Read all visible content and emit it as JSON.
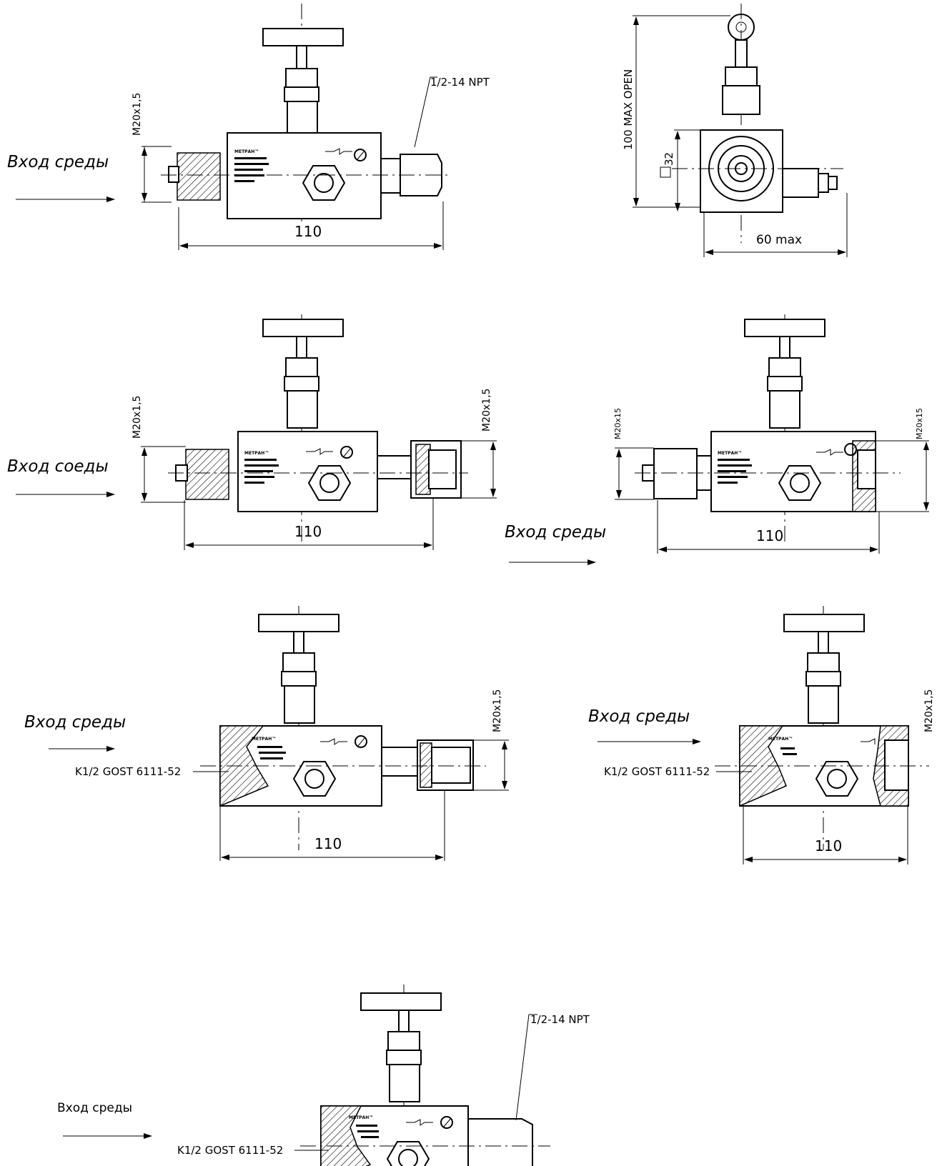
{
  "labels": {
    "inlet": "Вход среды",
    "inlet_variant": "Вход соеды",
    "dim_110": "110",
    "dim_60max": "60 max",
    "dim_100maxopen": "100 MAX OPEN",
    "dim_square32": "32",
    "thread_m20": "M20x1,5",
    "thread_m20_alt": "M20x15",
    "thread_npt": "1/2-14 NPT",
    "thread_k12": "K1/2 GOST 6111-52",
    "brand": "МЕТРАН™"
  }
}
